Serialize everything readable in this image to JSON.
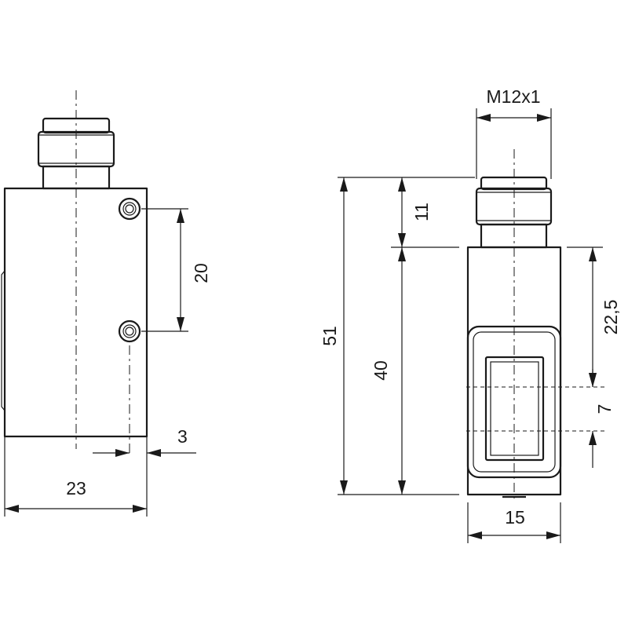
{
  "dimensions": {
    "width_23": "23",
    "gap_3": "3",
    "hole_spacing_20": "20",
    "total_height_51": "51",
    "connector_height_11": "11",
    "body_height_40": "40",
    "window_offset_22_5": "22,5",
    "window_height_7": "7",
    "front_width_15": "15",
    "thread_m12": "M12x1"
  }
}
